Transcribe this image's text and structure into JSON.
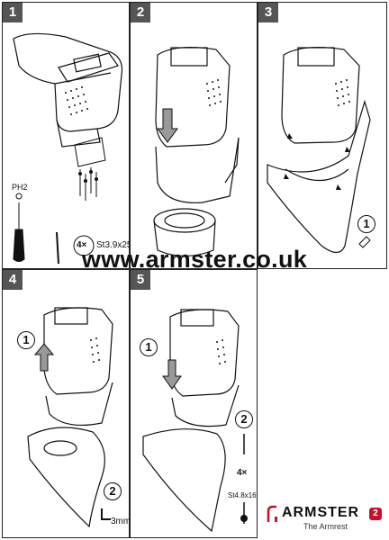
{
  "steps": [
    {
      "number": "1"
    },
    {
      "number": "2"
    },
    {
      "number": "3"
    },
    {
      "number": "4"
    },
    {
      "number": "5"
    }
  ],
  "website": "www.armster.co.uk",
  "step1": {
    "tool_label": "PH2",
    "screw_qty": "4×",
    "screw_spec": "St3.9x25"
  },
  "step3": {
    "callout": "1"
  },
  "step4": {
    "callout_1": "1",
    "callout_2": "2",
    "hex_label": "3mm"
  },
  "step5": {
    "callout_1": "1",
    "callout_2": "2",
    "screw_qty": "4×",
    "screw_spec": "St4.8x16"
  },
  "brand": {
    "name": "ARMSTER",
    "badge": "2",
    "tagline": "The Armrest",
    "accent": "#c8102e"
  }
}
